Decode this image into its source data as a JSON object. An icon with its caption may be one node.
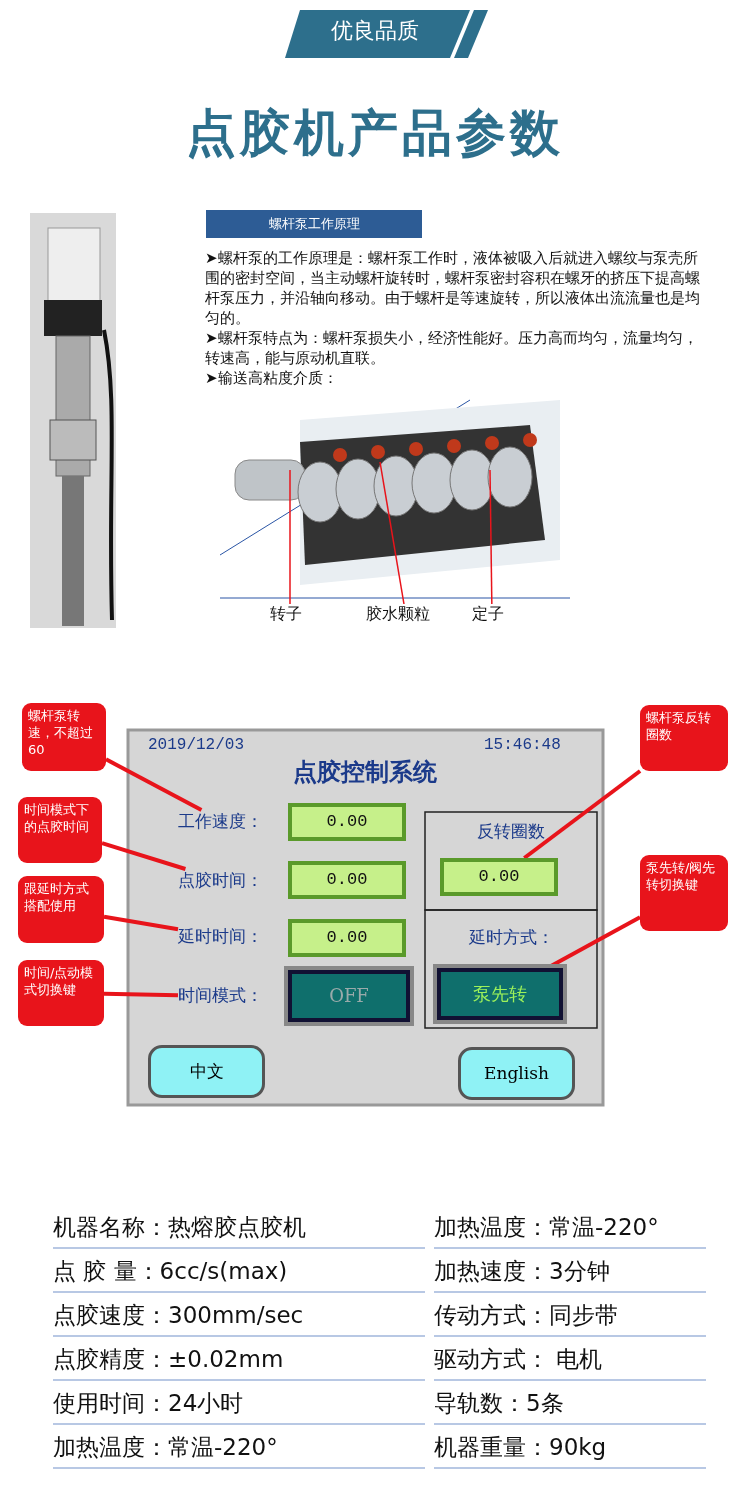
{
  "diagram": {
    "title": "点胶机产品参数",
    "nodes": [
      {
        "text": [
          "螺杆泵转速，不超过60"
        ]
      },
      {
        "text": [
          "时间模式下的点胶时间"
        ]
      },
      {
        "text": [
          "跟延时方式搭配使用"
        ]
      },
      {
        "text": [
          "时间/点动模式切换键"
        ]
      },
      {
        "text": [
          "螺杆泵反转圈数"
        ]
      },
      {
        "text": [
          "泵先转/阀先转切换键"
        ]
      },
      {
        "text": [
          "工作速度："
        ]
      },
      {
        "text": [
          "点胶时间："
        ]
      },
      {
        "text": [
          "延时时间："
        ]
      },
      {
        "text": [
          "时间模式："
        ]
      },
      {
        "text": [
          "0.00"
        ]
      },
      {
        "text": [
          "泵先转"
        ]
      },
      {
        "text": [
          "转子"
        ]
      },
      {
        "text": [
          "胶水颗粒"
        ]
      },
      {
        "text": [
          "定子"
        ]
      },
      {
        "text": [
          "0.00"
        ]
      },
      {
        "text": [
          "0.00"
        ]
      },
      {
        "text": [
          "0.00"
        ]
      },
      {
        "text": [
          "OFF"
        ]
      },
      {
        "text": [
          "中文"
        ]
      },
      {
        "text": [
          "English"
        ]
      }
    ],
    "edges": [
      {
        "from": 0,
        "to": 6,
        "arrow": "none",
        "color": "#e8141b"
      },
      {
        "from": 1,
        "to": 7,
        "arrow": "none",
        "color": "#e8141b"
      },
      {
        "from": 2,
        "to": 8,
        "arrow": "none",
        "color": "#e8141b"
      },
      {
        "from": 3,
        "to": 9,
        "arrow": "none",
        "color": "#e8141b"
      },
      {
        "from": 4,
        "to": 10,
        "arrow": "none",
        "color": "#e8141b"
      },
      {
        "from": 5,
        "to": 11,
        "arrow": "none",
        "color": "#e8141b"
      },
      {
        "from": 12,
        "to": null,
        "arrow": "none",
        "color": "#e8141b"
      },
      {
        "from": 13,
        "to": null,
        "arrow": "none",
        "color": "#e8141b"
      },
      {
        "from": 14,
        "to": null,
        "arrow": "none",
        "color": "#e8141b"
      }
    ],
    "labels": [
      "优良品质",
      "螺杆泵工作原理",
      "➤螺杆泵的工作原理是：螺杆泵工作时，液体被吸入后就进入螺纹与泵壳所围的密封空间，当主动螺杆旋转时，螺杆泵密封容积在螺牙的挤压下提高螺杆泵压力，并沿轴向移动。由于螺杆是等速旋转，所以液体出流流量也是均匀的。",
      "➤螺杆泵特点为：螺杆泵损失小，经济性能好。压力高而均匀，流量均匀，转速高，能与原动机直联。",
      "➤输送高粘度介质：",
      "2019/12/03",
      "15:46:48",
      "点胶控制系统",
      "反转圈数",
      "延时方式：",
      "机器名称：热熔胶点胶机",
      "加热温度：常温-220°",
      "点 胶 量：6cc/s(max)",
      "加热速度：3分钟",
      "点胶速度：300mm/sec",
      "传动方式：同步带",
      "点胶精度：±0.02mm",
      "驱动方式： 电机",
      "使用时间：24小时",
      "导轨数：5条",
      "加热温度：常温-220°",
      "机器重量：90kg"
    ]
  }
}
